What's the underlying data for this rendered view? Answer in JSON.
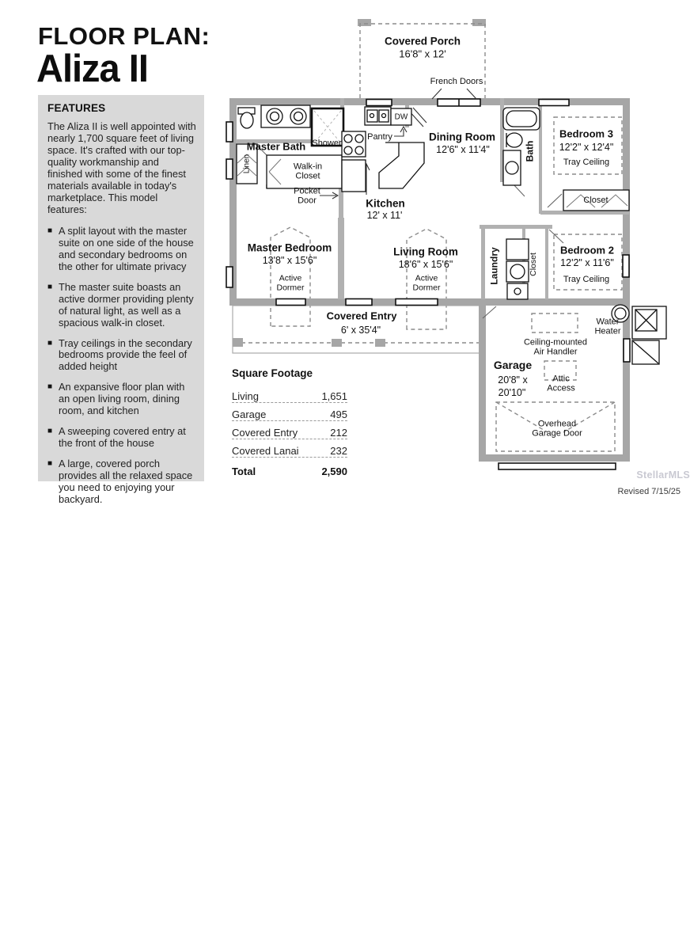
{
  "title": {
    "line1": "FLOOR PLAN:",
    "line2": "Aliza II"
  },
  "features": {
    "heading": "FEATURES",
    "intro": "The Aliza II is well appointed with nearly 1,700 square feet of living space. It's crafted with our top-quality workmanship and finished with some of the finest materials available in today's marketplace. This model features:",
    "bullet_icon": "■",
    "bullets": [
      "A split layout with the master suite on one side of the house and secondary bedrooms on the other for ultimate privacy",
      "The master suite boasts an active dormer providing plenty of natural light, as well as a spacious walk-in closet.",
      "Tray ceilings in the secondary bedrooms provide the feel of added height",
      "An expansive floor plan with an open living room, dining room, and kitchen",
      "A sweeping covered entry at the front of the house",
      "A large, covered porch provides all the relaxed space you need to enjoying your backyard."
    ]
  },
  "plan": {
    "covered_porch": {
      "name": "Covered Porch",
      "dims": "16'8\" x 12'"
    },
    "french_doors": "French Doors",
    "master_bath": {
      "name": "Master Bath"
    },
    "shower": "Shower",
    "linen": "Linen",
    "walk_in_closet": "Walk-in\nCloset",
    "pocket_door": "Pocket\nDoor",
    "pantry": "Pantry",
    "dishwasher": "DW",
    "kitchen": {
      "name": "Kitchen",
      "dims": "12' x 11'"
    },
    "dining_room": {
      "name": "Dining Room",
      "dims": "12'6\" x 11'4\""
    },
    "bath": "Bath",
    "bedroom3": {
      "name": "Bedroom 3",
      "dims": "12'2\" x 12'4\"",
      "note": "Tray Ceiling"
    },
    "closet_bed3": "Closet",
    "master_bedroom": {
      "name": "Master Bedroom",
      "dims": "13'8\" x 15'6\"",
      "note": "Active\nDormer"
    },
    "living_room": {
      "name": "Living Room",
      "dims": "18'6\" x 15'6\"",
      "note": "Active\nDormer"
    },
    "laundry": "Laundry",
    "closet_hall": "Closet",
    "bedroom2": {
      "name": "Bedroom 2",
      "dims": "12'2\" x 11'6\"",
      "note": "Tray Ceiling"
    },
    "covered_entry": {
      "name": "Covered Entry",
      "dims": "6' x 35'4\""
    },
    "garage": {
      "name": "Garage",
      "dims_line1": "20'8\" x",
      "dims_line2": "20'10\"",
      "water_heater": "Water\nHeater",
      "air_handler": "Ceiling-mounted\nAir Handler",
      "attic_access": "Attic\nAccess",
      "overhead_door": "Overhead\nGarage Door"
    }
  },
  "square_footage": {
    "heading": "Square Footage",
    "rows": [
      {
        "label": "Living",
        "value": "1,651"
      },
      {
        "label": "Garage",
        "value": "495"
      },
      {
        "label": "Covered Entry",
        "value": "212"
      },
      {
        "label": "Covered Lanai",
        "value": "232"
      }
    ],
    "total_label": "Total",
    "total_value": "2,590"
  },
  "footer": {
    "watermark": "StellarMLS",
    "revised": "Revised 7/15/25"
  },
  "colors": {
    "wall": "#a6a6a6",
    "features_bg": "#d9d9d9",
    "watermark": "#c9c9d2"
  }
}
